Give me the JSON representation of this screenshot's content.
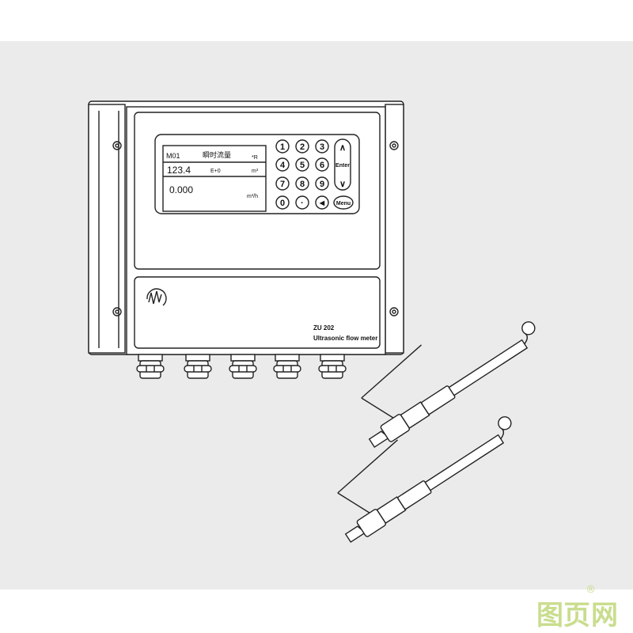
{
  "display": {
    "menu_code": "M01",
    "title": "瞬时流量",
    "flag": "*R",
    "totalizer": "123.4",
    "exponent": "E+0",
    "total_unit": "m³",
    "flow_value": "0.000",
    "flow_unit": "m³/h"
  },
  "keypad": {
    "keys": [
      "1",
      "2",
      "3",
      "4",
      "5",
      "6",
      "7",
      "8",
      "9",
      "0",
      "·",
      "◀"
    ],
    "up": "∧",
    "enter": "Enter",
    "down": "∨",
    "menu": "Menu"
  },
  "label": {
    "model": "ZU 202",
    "product": "Ultrasonic flow meter"
  },
  "watermark": {
    "text1": "图页",
    "text2": "网",
    "registered": "®",
    "color": "#c9dd8e"
  }
}
